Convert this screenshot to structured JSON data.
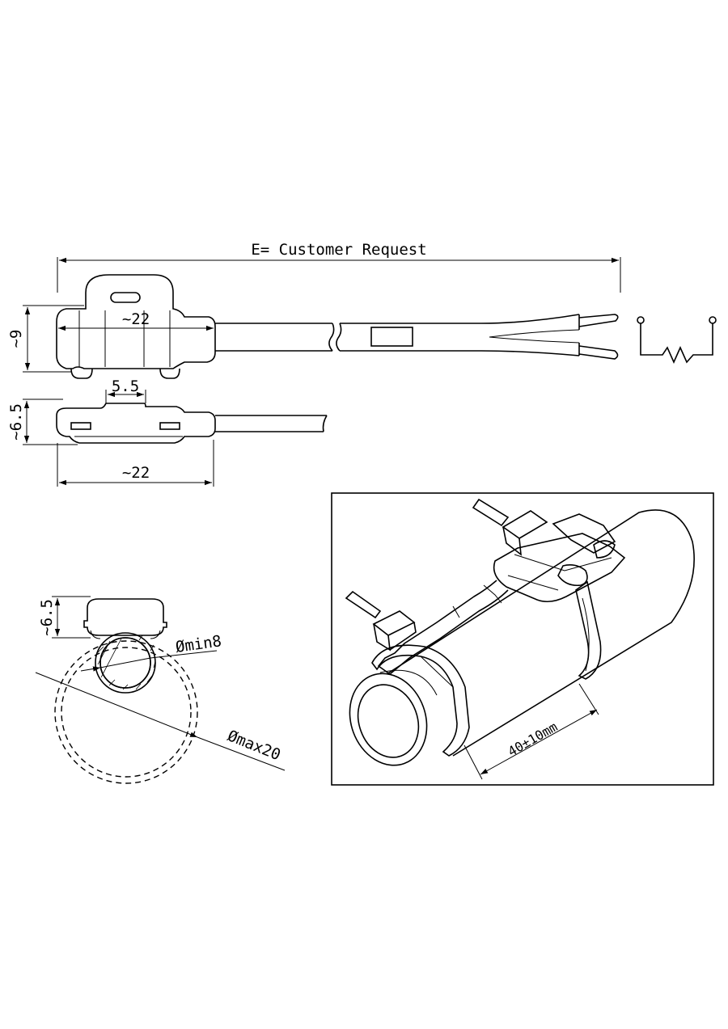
{
  "labels": {
    "overall_length": "E= Customer Request",
    "top_width": "~22",
    "top_height": "~9",
    "slot_width": "5.5",
    "side_height": "~6.5",
    "side_width": "~22",
    "pipe_view_height": "~6.5",
    "pipe_min": "Ømin8",
    "pipe_max": "Ømax20",
    "install_distance": "40±10mm"
  }
}
